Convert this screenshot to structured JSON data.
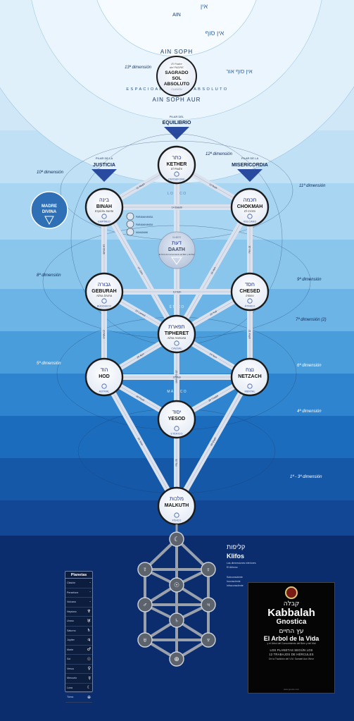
{
  "outer_labels": {
    "ain": "AIN",
    "ain_he": "אין",
    "ain_soph": "AIN SOPH",
    "ain_soph_he": "אין סוף",
    "ain_soph_aur": "AIN SOPH AUR",
    "ain_soph_aur_he": "אין סוף אור",
    "espacio": "E S P A C I O   A B S T R A C T O   A B S O L U T O"
  },
  "absolute": {
    "dimension": "13ª dimensión",
    "line1": "El Padre",
    "line2": "del PADRE",
    "name1": "SAGRADO",
    "name2": "SOL",
    "name3": "ABSOLUTO",
    "sub": "CLASIÓN"
  },
  "pillars": {
    "middle_top": "PILAR DEL",
    "middle": "EQUILIBRIO",
    "left_top": "PILAR DE LA",
    "left": "JUSTICIA",
    "right_top": "PILAR DE LA",
    "right": "MISERICORDIA"
  },
  "madre": {
    "line1": "MADRE",
    "line2": "DIVINA"
  },
  "dimensions": [
    {
      "label": "12ª dimensión"
    },
    {
      "label": "11ª dimensión"
    },
    {
      "label": "10ª dimensión"
    },
    {
      "label": "9ª dimensión"
    },
    {
      "label": "8ª dimensión"
    },
    {
      "label": "7ª dimensión (2)"
    },
    {
      "label": "6ª dimensión"
    },
    {
      "label": "5ª dimensión"
    },
    {
      "label": "4ª dimensión"
    },
    {
      "label": "1ª - 3ª dimensión"
    }
  ],
  "triad_labels": {
    "logico": "L O G I C O",
    "etico": "É T I C O",
    "magico": "M Á G I C O"
  },
  "sephiroth": [
    {
      "id": "kether",
      "he": "כתר",
      "name": "KETHER",
      "sub": "El Padre",
      "plane": "PERSEFONE"
    },
    {
      "id": "binah",
      "he": "בינה",
      "name": "BINAH",
      "sub": "Espíritu Santo",
      "plane": "EMPÍREO"
    },
    {
      "id": "chokmah",
      "he": "חכמה",
      "name": "CHOKMAH",
      "sub": "El Cristo",
      "plane": "VULCANO"
    },
    {
      "id": "daath",
      "he": "דעת",
      "name": "DAATH",
      "sub": "El Árbol de Conocimiento del Bien y del Mal",
      "plane": "SABER"
    },
    {
      "id": "geburah",
      "he": "גבורה",
      "name": "GEBURAH",
      "sub": "Alma Divina",
      "plane": "BÚDDHICO"
    },
    {
      "id": "chesed",
      "he": "חסד",
      "name": "CHESED",
      "sub": "Íntimo",
      "plane": "ÁTMICO"
    },
    {
      "id": "tiphereth",
      "he": "תפארת",
      "name": "TIPHERET",
      "sub": "Alma Humana",
      "plane": "CAUSAL"
    },
    {
      "id": "hod",
      "he": "הוד",
      "name": "HOD",
      "sub": "",
      "plane": "ASTRAL"
    },
    {
      "id": "netzach",
      "he": "נצח",
      "name": "NETZACH",
      "sub": "",
      "plane": "MENTAL"
    },
    {
      "id": "yesod",
      "he": "יסוד",
      "name": "YESOD",
      "sub": "",
      "plane": "ETÉRICO"
    },
    {
      "id": "malkuth",
      "he": "מלכות",
      "name": "MALKUTH",
      "sub": "",
      "plane": "FÍSICO"
    }
  ],
  "paths": {
    "p11": "11 Aleph",
    "p12": "12 Beth",
    "p13": "13 Gimel",
    "p14": "14 Daleth",
    "p15": "15 Heh",
    "p16": "16 Vau",
    "p17": "17 Zain",
    "p18": "18 Cheth",
    "p19": "19 Teth",
    "p20": "20 Yod",
    "p21": "21 Kaph",
    "p22": "22 Lamed",
    "p23": "23 Mem",
    "p24": "24 Nun",
    "p25": "25 Samekh",
    "p26": "26 Ayin",
    "p27": "27 Peh",
    "p28": "28 Tzaddi",
    "p29": "29 Qoph",
    "p30": "30 Resh",
    "p31": "31 Shin",
    "p32": "32 Tau"
  },
  "mini_labels": {
    "a": "PARAMAHANSA",
    "b": "PARAMAHANSA",
    "c": "MAHAMANI"
  },
  "klifos": {
    "he": "קליפות",
    "name": "Klifos",
    "line1": "Las dimensiones inferiores",
    "line2": "El Abismo"
  },
  "sub_list": {
    "line1": "Subconsciente",
    "line2": "Inconsciente",
    "line3": "Infraconsciente"
  },
  "planetas": {
    "title": "Planetas",
    "items": [
      {
        "name": "Clasión",
        "sym": "·"
      },
      {
        "name": "Persefone",
        "sym": "·"
      },
      {
        "name": "Vulcano",
        "sym": "·"
      },
      {
        "name": "Neptuno",
        "sym": "♆"
      },
      {
        "name": "Urano",
        "sym": "♅"
      },
      {
        "name": "Saturno",
        "sym": "♄"
      },
      {
        "name": "Júpiter",
        "sym": "♃"
      },
      {
        "name": "Marte",
        "sym": "♂"
      },
      {
        "name": "Sol",
        "sym": "☉"
      },
      {
        "name": "Venus",
        "sym": "♀"
      },
      {
        "name": "Mercurio",
        "sym": "☿"
      },
      {
        "name": "Luna",
        "sym": "☾"
      },
      {
        "name": "Tierra",
        "sym": "⊕"
      }
    ]
  },
  "book": {
    "he1": "קבלה",
    "title": "Kabbalah",
    "subtitle": "Gnostica",
    "he2": "עץ החיים",
    "tree": "El Arbol de la Vida",
    "tree_sub": "y el Árbol del Conocimiento del Bien y del Mal",
    "line1": "LOS PLANETAS SEGÚN LOS",
    "line2": "12 TRABAJOS DE HÉRCULES",
    "line3": "De la Tradición del V.M. Samael Aun Weor",
    "foot": "www.gnosis.com"
  },
  "colors": {
    "node": "#ffffff",
    "node_ring": "#1b1b1b",
    "path": "#d4dbe8",
    "klifos": "#8a8f98",
    "accent": "#1a3a8a"
  }
}
